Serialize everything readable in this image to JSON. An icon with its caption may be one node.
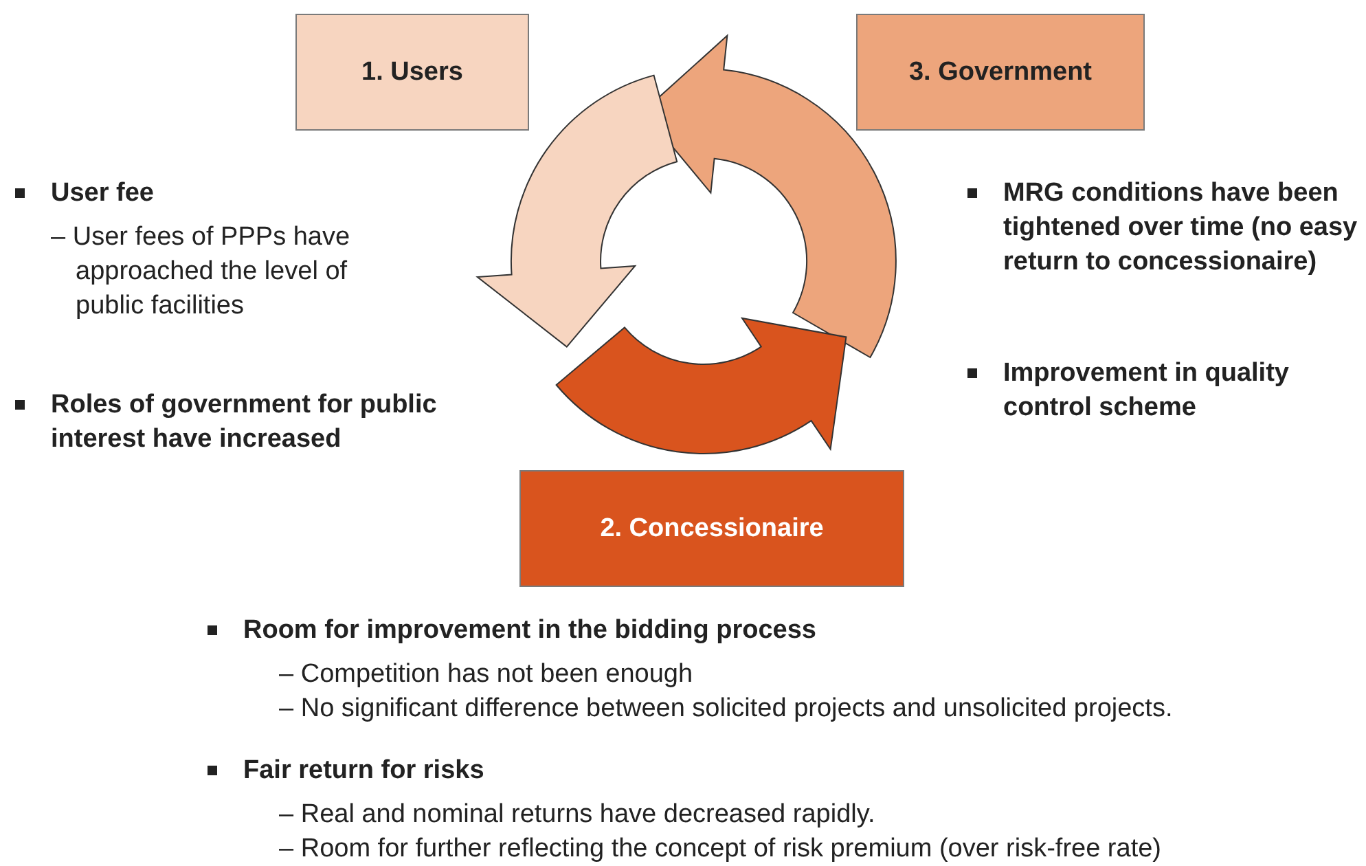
{
  "diagram": {
    "nodes": [
      {
        "text": [
          "1. Users"
        ]
      },
      {
        "text": [
          "3. Government"
        ]
      },
      {
        "text": [
          "2. Concessionaire"
        ]
      }
    ],
    "labels": [
      "User fee",
      "– User fees of PPPs have approached the level of public facilities",
      "Roles of government for public interest have increased",
      "MRG conditions have been tightened over time (no easy return to concessionaire)",
      "Improvement in quality control scheme",
      "Room for improvement in the bidding process",
      "– Competition has not been enough",
      "– No significant difference between solicited projects and unsolicited projects.",
      "Fair return for risks",
      "– Real and nominal returns have decreased rapidly.",
      "– Room for further reflecting the concept of risk premium (over risk-free rate)"
    ]
  }
}
